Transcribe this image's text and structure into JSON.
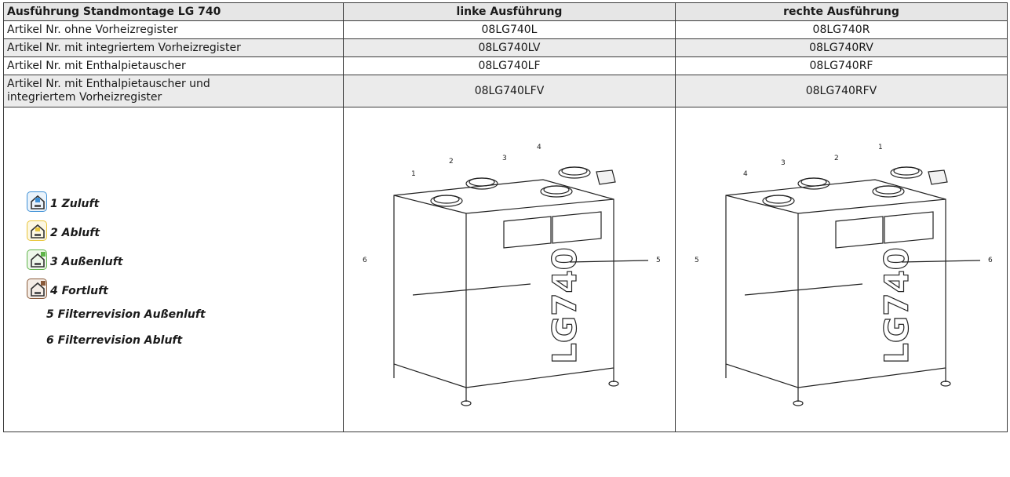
{
  "table": {
    "header": {
      "title": "Ausführung Standmontage LG 740",
      "left": "linke Ausführung",
      "right": "rechte Ausführung"
    },
    "rows": [
      {
        "label": "Artikel Nr. ohne Vorheizregister",
        "left": "08LG740L",
        "right": "08LG740R"
      },
      {
        "label": "Artikel Nr. mit integriertem Vorheizregister",
        "left": "08LG740LV",
        "right": "08LG740RV"
      },
      {
        "label": "Artikel Nr. mit Enthalpietauscher",
        "left": "08LG740LF",
        "right": "08LG740RF"
      },
      {
        "label_line1": "Artikel Nr. mit Enthalpietauscher und",
        "label_line2": "integriertem Vorheizregister",
        "left": "08LG740LFV",
        "right": "08LG740RFV"
      }
    ]
  },
  "legend": {
    "items": [
      {
        "text": "1 Zuluft",
        "icon": "house-supply-air-icon",
        "color": "#3d8fd6"
      },
      {
        "text": "2 Abluft",
        "icon": "house-extract-air-icon",
        "color": "#e9c53a"
      },
      {
        "text": "3 Außenluft",
        "icon": "house-outdoor-air-icon",
        "color": "#5fb54a"
      },
      {
        "text": "4 Fortluft",
        "icon": "house-exhaust-air-icon",
        "color": "#8a5a3a"
      }
    ],
    "plain": [
      {
        "text": "5 Filterrevision Außenluft"
      },
      {
        "text": "6 Filterrevision Abluft"
      }
    ]
  },
  "drawings": {
    "left": {
      "model": "LG740",
      "labels": [
        "1",
        "2",
        "3",
        "4",
        "5",
        "6"
      ]
    },
    "right": {
      "model": "LG740",
      "labels": [
        "1",
        "2",
        "3",
        "4",
        "5",
        "6"
      ]
    }
  }
}
